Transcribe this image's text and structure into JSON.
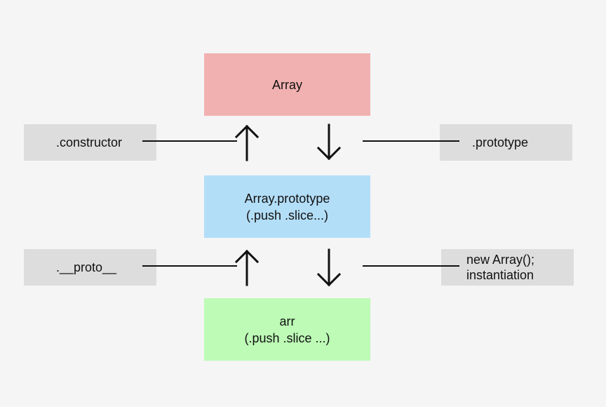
{
  "nodes": {
    "array": {
      "title": "Array",
      "fill": "#f2b1b1"
    },
    "prototype": {
      "title": "Array.prototype",
      "subtitle": "(.push .slice...)",
      "fill": "#b3def8"
    },
    "arr": {
      "title": "arr",
      "subtitle": "(.push .slice ...)",
      "fill": "#bdfbb6"
    }
  },
  "labels": {
    "constructor": {
      "text": ".constructor",
      "fill": "#dddddd"
    },
    "prototype_link": {
      "text": ".prototype",
      "fill": "#dddddd"
    },
    "proto": {
      "text": ".__proto__",
      "fill": "#dddddd"
    },
    "instantiation": {
      "line1": "new Array();",
      "line2": "instantiation",
      "fill": "#dddddd"
    }
  },
  "colors": {
    "background": "#f5f5f5",
    "stroke": "#111111"
  },
  "icons": {
    "up": "arrow-up-icon",
    "down": "arrow-down-icon"
  }
}
